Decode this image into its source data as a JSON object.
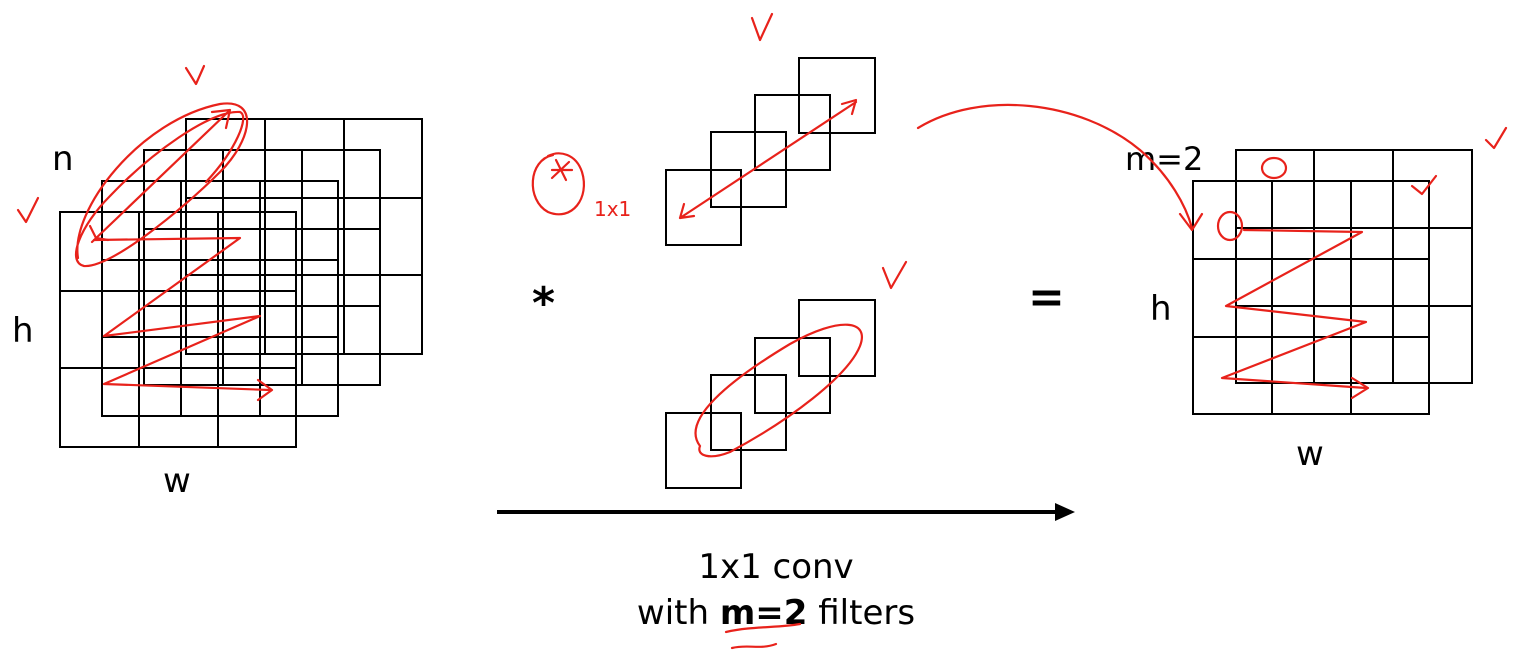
{
  "labels": {
    "n": "n",
    "h_left": "h",
    "w_left": "w",
    "star": "*",
    "equals": "=",
    "m_right": "m=2",
    "h_right": "h",
    "w_right": "w",
    "caption_line1": "1x1 conv",
    "caption_line2_prefix": "with ",
    "caption_line2_bold": "m=2",
    "caption_line2_suffix": " filters",
    "annotation_1x1": "1x1"
  },
  "colors": {
    "dark_cell": "#7b88ff",
    "light_cell": "#b3bcff",
    "stroke": "#000000",
    "ink": "#e8221b"
  }
}
